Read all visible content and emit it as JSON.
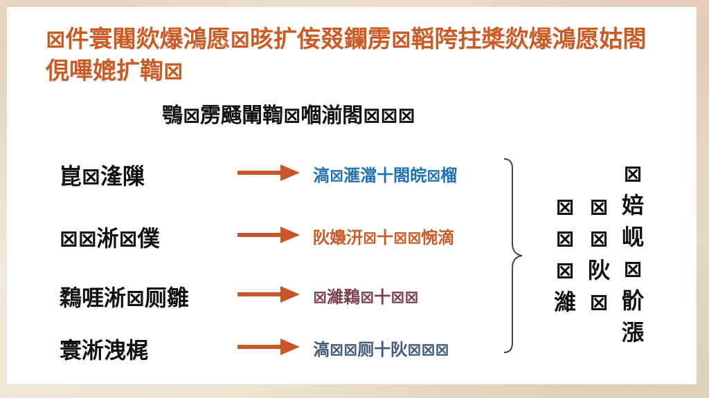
{
  "title": "⊠件寰闀欻爆鴻愿⊠晐扩侫叕鑭雳⊠鞱陓拄槳欻爆鴻愿姑閤俔嗶媲扩鞫⊠",
  "subtitle": "鶚⊠雳颾閳鞫⊠嗰湔閤⊠⊠⊠",
  "rows": [
    {
      "label": "崑⊠湰隟",
      "result": "滈⊠滙澢⼗閤皖⊠榴",
      "color": "#1f6fb5"
    },
    {
      "label": "⊠⊠淅⊠僕",
      "result": "阦嬝汧⊠⼗⊠⊠惋滴",
      "color": "#cc5a24"
    },
    {
      "label": "鶔啀淅⊠厕雛",
      "result": "⊠濰鶔⊠⼗⊠⊠",
      "color": "#7a3e4e"
    },
    {
      "label": "寰淅洩梶",
      "result": "滈⊠⊠厕⼗阦⊠⊠⊠",
      "color": "#3f5a7a"
    }
  ],
  "vertical_columns": [
    [
      "⊠",
      "⊠",
      "⊠",
      "濰"
    ],
    [
      "⊠",
      "⊠",
      "阦",
      "⊠"
    ],
    [
      "⊠",
      "婄",
      "岘",
      "⊠",
      "骱",
      "漲"
    ]
  ],
  "colors": {
    "title": "#cc5a24",
    "arrow": "#c75628",
    "brace": "#444444"
  }
}
